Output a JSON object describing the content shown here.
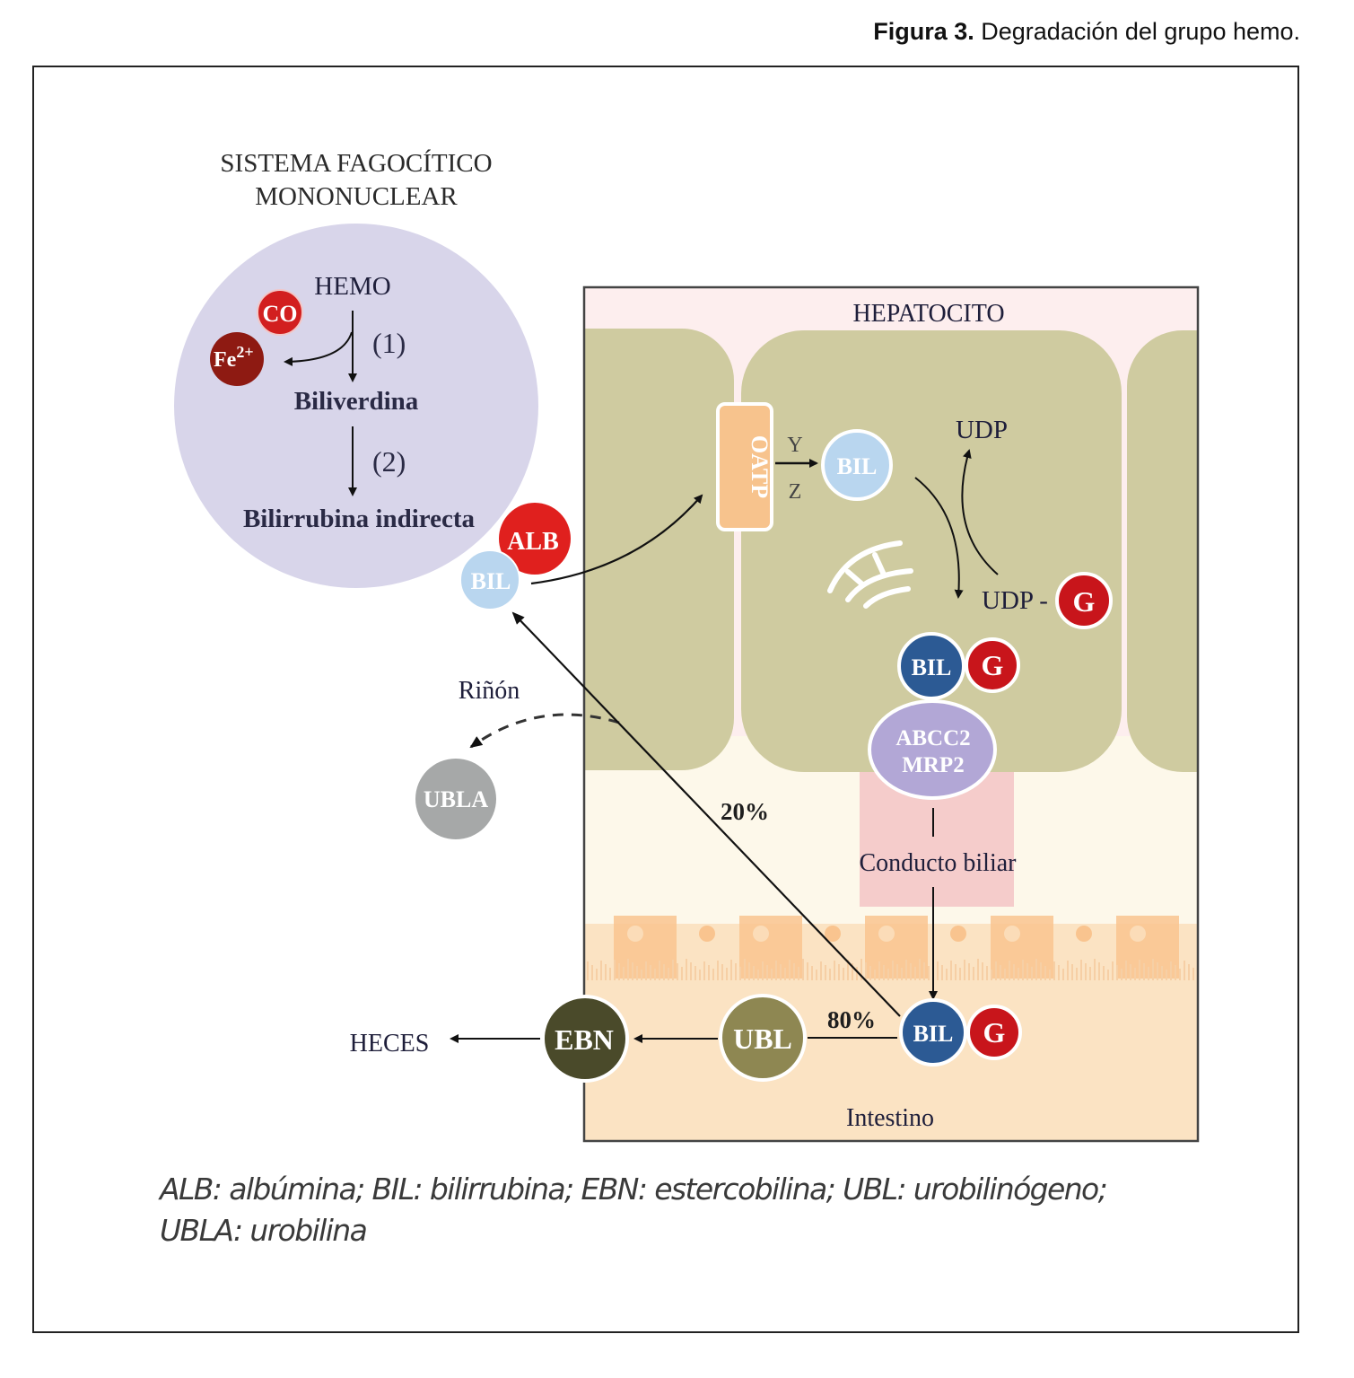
{
  "caption": {
    "label": "Figura 3.",
    "text": " Degradación del grupo hemo."
  },
  "diagram": {
    "mps_title_line1": "SISTEMA FAGOCÍTICO",
    "mps_title_line2": "MONONUCLEAR",
    "hemo": "HEMO",
    "co": "CO",
    "fe": "Fe",
    "fe_sup": "2+",
    "step1": "(1)",
    "biliverdina": "Biliverdina",
    "step2": "(2)",
    "bilirrubina_indirecta": "Bilirrubina indirecta",
    "alb": "ALB",
    "bil": "BIL",
    "hepatocito": "HEPATOCITO",
    "oatp": "OATP",
    "y_label": "Y",
    "z_label": "Z",
    "udp": "UDP",
    "udp_g": "UDP -",
    "g": "G",
    "abcc2": "ABCC2",
    "mrp2": "MRP2",
    "conducto_biliar": "Conducto biliar",
    "rinon": "Riñón",
    "ubla": "UBLA",
    "pct_20": "20%",
    "pct_80": "80%",
    "ubl": "UBL",
    "ebn": "EBN",
    "heces": "HECES",
    "intestino": "Intestino"
  },
  "colors": {
    "mps_circle": "#d8d5ea",
    "hepatocyte_bg": "#fdeeee",
    "cell": "#cfcba0",
    "canal": "#fdf8ea",
    "bile_duct": "#f5cccb",
    "intestine": "#fbe3c3",
    "enterocyte": "#f9c48f",
    "bil_light": "#b9d6ef",
    "bil_dark": "#2c5a94",
    "red": "#d21f1f",
    "dark_red": "#8e1a12",
    "abcc2": "#b2a7d6",
    "ubla": "#a6a8a8",
    "ubl": "#8e8752",
    "ebn": "#4a4a2a",
    "oatp": "#f7c38d"
  },
  "legend": {
    "line1": "ALB: albúmina; BIL: bilirrubina; EBN: estercobilina; UBL: urobilinógeno;",
    "line2": "UBLA: urobilina"
  }
}
